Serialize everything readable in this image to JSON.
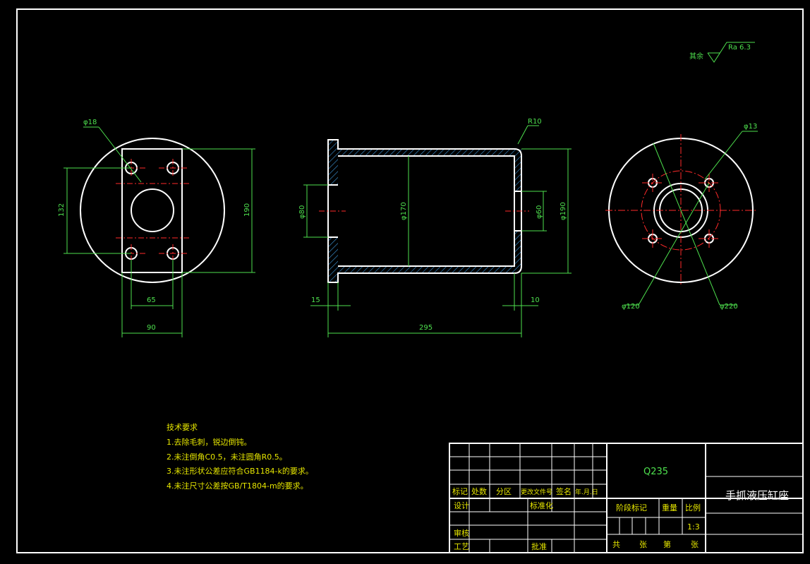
{
  "part_name": "手抓液压缸座",
  "material": "Q235",
  "surface_finish": {
    "prefix": "其余",
    "value": "Ra 6.3"
  },
  "views": {
    "left": {
      "hole_diameter": "φ18",
      "dim_height_inner": "132",
      "dim_height_outer": "190",
      "dim_width_inner": "65",
      "dim_width_outer": "90"
    },
    "front": {
      "radius": "R10",
      "dia_left": "φ80",
      "dia_inner": "φ170",
      "dia_right": "φ60",
      "dia_outer": "φ190",
      "thick_left": "15",
      "thick_right": "10",
      "length": "295"
    },
    "right": {
      "hole_diameter": "φ13",
      "pcd": "φ120",
      "outer": "φ220"
    }
  },
  "tech_requirements": {
    "title": "技术要求",
    "items": [
      "1.去除毛刺，锐边倒钝。",
      "2.未注倒角C0.5，未注圆角R0.5。",
      "3.未注形状公差应符合GB1184-k的要求。",
      "4.未注尺寸公差按GB/T1804-m的要求。"
    ]
  },
  "title_block": {
    "rev_headers": [
      "标记",
      "处数",
      "分区",
      "更改文件号",
      "签名",
      "年.月.日"
    ],
    "design": "设计",
    "standardize": "标准化",
    "review": "审核",
    "process": "工艺",
    "approve": "批准",
    "stage_mark": "阶段标记",
    "weight": "重量",
    "scale": "比例",
    "scale_value": "1:3",
    "sheets_total": "共",
    "sheets_unit1": "张",
    "sheet_no": "第",
    "sheets_unit2": "张"
  }
}
